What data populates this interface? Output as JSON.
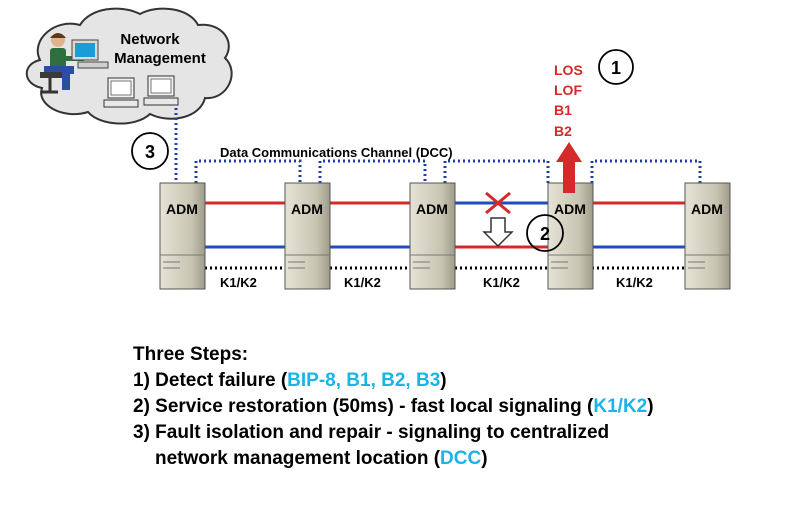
{
  "cloud": {
    "line1": "Network",
    "line2": "Management"
  },
  "dcc_label": "Data Communications Channel (DCC)",
  "adm_label": "ADM",
  "k_label": "K1/K2",
  "alarms": [
    "LOS",
    "LOF",
    "B1",
    "B2"
  ],
  "callouts": {
    "one": "1",
    "two": "2",
    "three": "3"
  },
  "colors": {
    "working": "#d42a2a",
    "protect": "#1f4fb8",
    "dcc": "#1f3fa8",
    "highlight": "#1ab4e8",
    "node_fill": "#c9c5b4"
  },
  "steps": {
    "title": "Three Steps:",
    "s1_pre": "1) Detect failure (",
    "s1_hl": "BIP-8, B1, B2, B3",
    "s1_post": ")",
    "s2_pre": "2) Service restoration (50ms) - fast local signaling (",
    "s2_hl": "K1/K2",
    "s2_post": ")",
    "s3_line1": "3) Fault isolation and repair - signaling to centralized",
    "s3_pre": "network management location (",
    "s3_hl": "DCC",
    "s3_post": ")"
  }
}
